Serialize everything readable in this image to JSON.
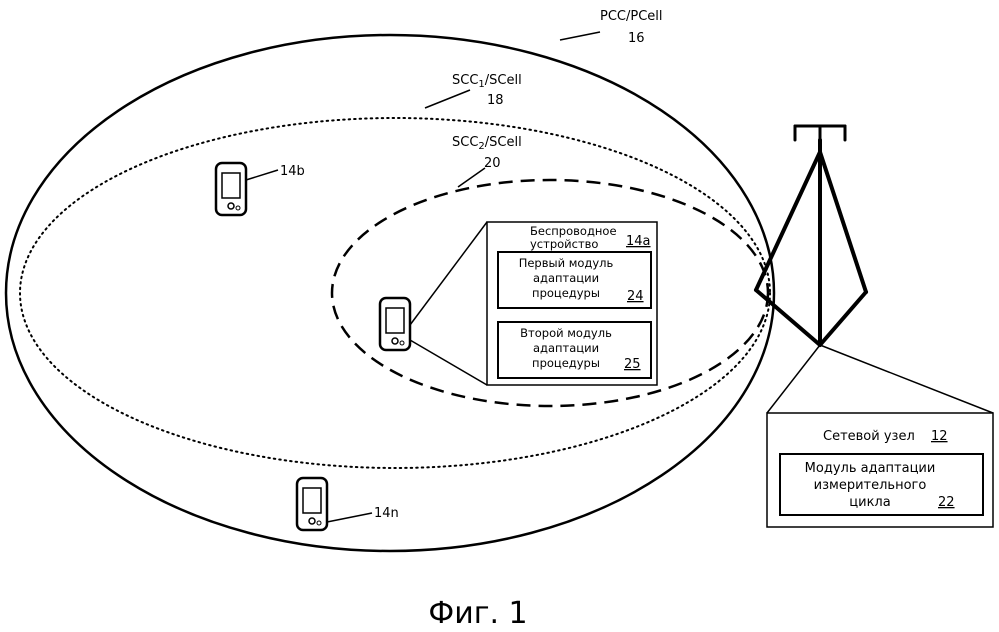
{
  "figure_caption": "Фиг. 1",
  "pcc": {
    "name": "PCC/PCell",
    "ref": "16"
  },
  "scc1": {
    "name": "SCC",
    "sub": "1",
    "suffix": "/SCell",
    "ref": "18"
  },
  "scc2": {
    "name": "SCC",
    "sub": "2",
    "suffix": "/SCell",
    "ref": "20"
  },
  "devices": {
    "d14b": "14b",
    "d14n": "14n"
  },
  "wireless_device": {
    "title_line1": "Беспроводное",
    "title_line2": "устройство",
    "ref": "14a",
    "module1": {
      "line1": "Первый модуль",
      "line2": "адаптации",
      "line3": "процедуры",
      "ref": "24"
    },
    "module2": {
      "line1": "Второй модуль",
      "line2": "адаптации",
      "line3": "процедуры",
      "ref": "25"
    }
  },
  "network_node": {
    "title": "Сетевой узел",
    "ref": "12",
    "module": {
      "line1": "Модуль адаптации",
      "line2": "измерительного",
      "line3": "цикла",
      "ref": "22"
    }
  }
}
